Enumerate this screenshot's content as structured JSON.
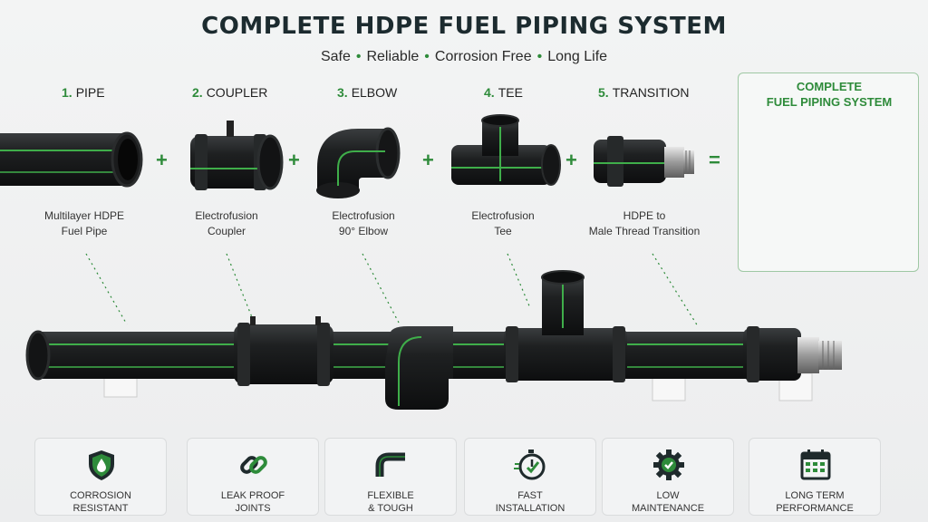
{
  "header": {
    "title": "COMPLETE HDPE FUEL PIPING SYSTEM",
    "subtitle_items": [
      "Safe",
      "Reliable",
      "Corrosion Free",
      "Long Life"
    ]
  },
  "components": [
    {
      "number": "1.",
      "name": "PIPE",
      "desc_line1": "Multilayer HDPE",
      "desc_line2": "Fuel Pipe"
    },
    {
      "number": "2.",
      "name": "COUPLER",
      "desc_line1": "Electrofusion",
      "desc_line2": "Coupler"
    },
    {
      "number": "3.",
      "name": "ELBOW",
      "desc_line1": "Electrofusion",
      "desc_line2": "90° Elbow"
    },
    {
      "number": "4.",
      "name": "TEE",
      "desc_line1": "Electrofusion",
      "desc_line2": "Tee"
    },
    {
      "number": "5.",
      "name": "TRANSITION",
      "desc_line1": "HDPE to",
      "desc_line2": "Male Thread Transition"
    }
  ],
  "operators": {
    "plus": "+",
    "equals": "="
  },
  "system": {
    "title_line1": "COMPLETE",
    "title_line2": "FUEL PIPING SYSTEM"
  },
  "features": [
    {
      "icon": "shield-drop-icon",
      "line1": "CORROSION",
      "line2": "RESISTANT"
    },
    {
      "icon": "chain-link-icon",
      "line1": "LEAK PROOF",
      "line2": "JOINTS"
    },
    {
      "icon": "bent-pipe-icon",
      "line1": "FLEXIBLE",
      "line2": "& TOUGH"
    },
    {
      "icon": "stopwatch-icon",
      "line1": "FAST",
      "line2": "INSTALLATION"
    },
    {
      "icon": "gear-check-icon",
      "line1": "LOW",
      "line2": "MAINTENANCE"
    },
    {
      "icon": "calendar-check-icon",
      "line1": "LONG TERM",
      "line2": "PERFORMANCE"
    }
  ],
  "colors": {
    "accent_green": "#2e8b3a",
    "pipe_black": "#1b1d1e",
    "stripe_green": "#3fae4a"
  }
}
